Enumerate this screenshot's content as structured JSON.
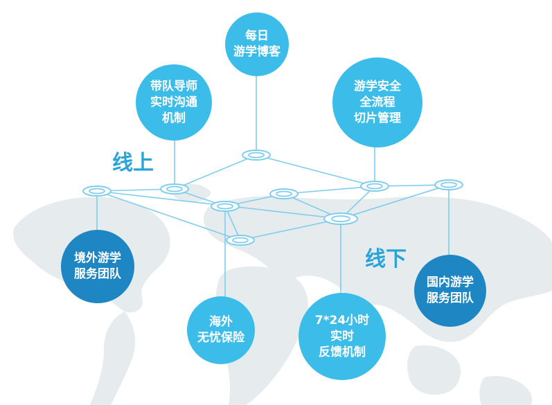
{
  "labels": {
    "online": "线上",
    "offline": "线下"
  },
  "colors": {
    "light_bubble": "#3cbde9",
    "dark_bubble": "#1e86c2",
    "line": "#7fcdec",
    "map": "#e6ebee",
    "text_label": "#29a3d8"
  },
  "nodes": {
    "daily_blog": "每日\n游学博客",
    "tutor_communication": "带队导师\n实时沟通\n机制",
    "safety_management": "游学安全\n全流程\n切片管理",
    "overseas_team": "境外游学\n服务团队",
    "overseas_insurance": "海外\n无忧保险",
    "feedback_24h": "7*24小时\n实时\n反馈机制",
    "domestic_team": "国内游学\n服务团队"
  }
}
